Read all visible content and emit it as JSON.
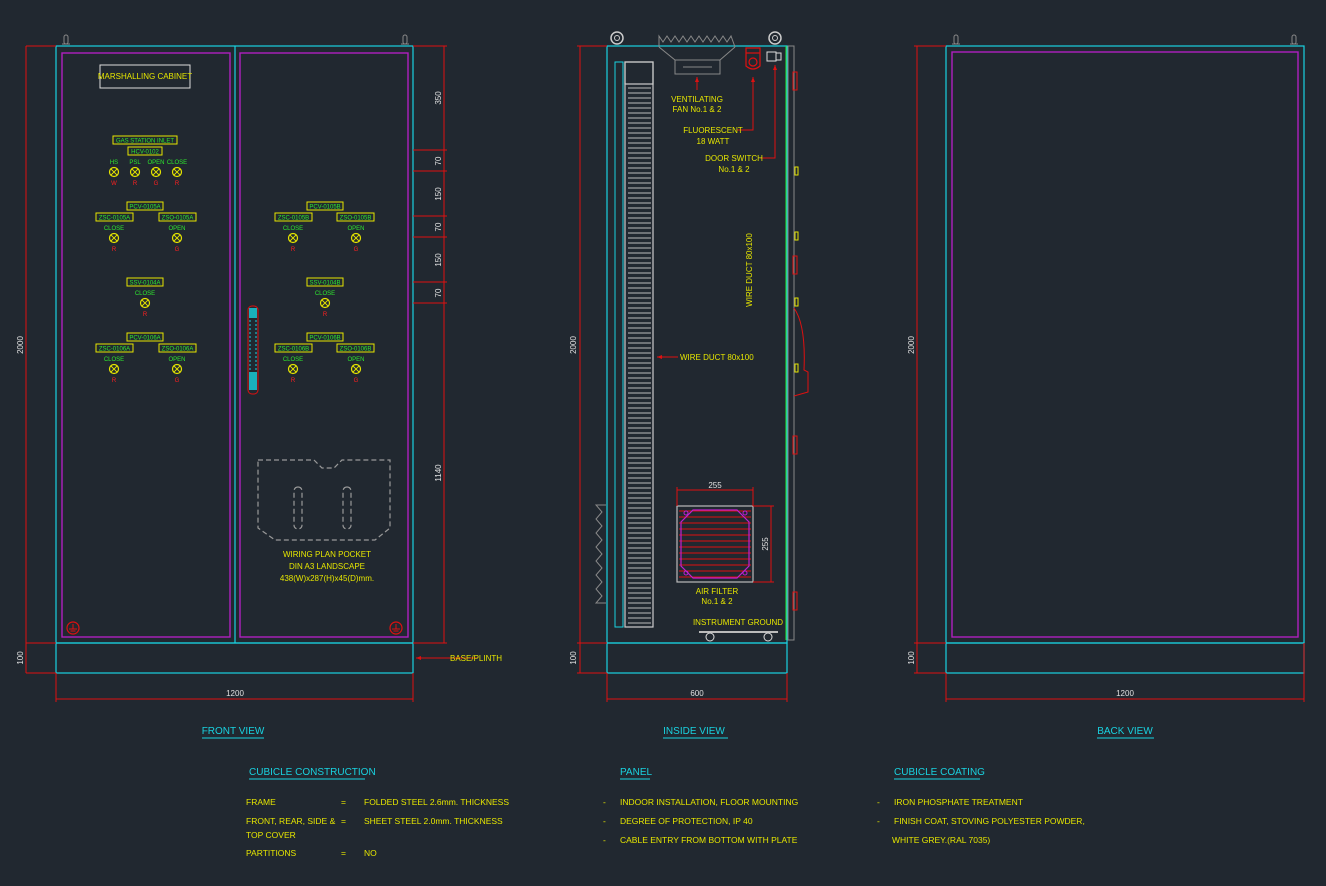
{
  "colors": {
    "background": "#212830",
    "frame": "#19d2e0",
    "door": "#b01fc0",
    "dimension": "#e01010",
    "text": "#e6e600",
    "lamp_label": "#2ee62e",
    "heading": "#19d2e0"
  },
  "front_view": {
    "title": "FRONT VIEW",
    "nameplate": "MARSHALLING CABINET",
    "left_door": {
      "inlet_label": "GAS STATION INLET",
      "inlet_tag": "HCV-0102",
      "inlet_lamps": [
        {
          "label": "HS",
          "color": "W"
        },
        {
          "label": "PSL",
          "color": "R"
        },
        {
          "label": "OPEN",
          "color": "G"
        },
        {
          "label": "CLOSE",
          "color": "R"
        }
      ],
      "pcv_a": {
        "tag": "PCV-0105A",
        "close_tag": "ZSC-0105A",
        "open_tag": "ZSO-0105A",
        "close_label": "CLOSE",
        "open_label": "OPEN",
        "close_color": "R",
        "open_color": "G"
      },
      "ssv_a": {
        "tag": "SSV-0104A",
        "label": "CLOSE",
        "color": "R"
      },
      "pcv_a2": {
        "tag": "PCV-0106A",
        "close_tag": "ZSC-0106A",
        "open_tag": "ZSO-0106A",
        "close_label": "CLOSE",
        "open_label": "OPEN",
        "close_color": "R",
        "open_color": "G"
      }
    },
    "right_door": {
      "pcv_b": {
        "tag": "PCV-0105B",
        "close_tag": "ZSC-0105B",
        "open_tag": "ZSO-0105B",
        "close_label": "CLOSE",
        "open_label": "OPEN",
        "close_color": "R",
        "open_color": "G"
      },
      "ssv_b": {
        "tag": "SSV-0104B",
        "label": "CLOSE",
        "color": "R"
      },
      "pcv_b2": {
        "tag": "PCV-0106B",
        "close_tag": "ZSC-0106B",
        "open_tag": "ZSO-0106B",
        "close_label": "CLOSE",
        "open_label": "OPEN",
        "close_color": "R",
        "open_color": "G"
      },
      "pocket_lines": [
        "WIRING PLAN POCKET",
        "DIN A3 LANDSCAPE",
        "438(W)x287(H)x45(D)mm."
      ]
    },
    "dims": {
      "height": "2000",
      "base": "100",
      "width": "1200",
      "right": [
        "350",
        "70",
        "150",
        "70",
        "150",
        "70",
        "1140"
      ]
    },
    "base_label": "BASE/PLINTH"
  },
  "inside_view": {
    "title": "INSIDE VIEW",
    "fan_lines": [
      "VENTILATING",
      "FAN No.1 & 2"
    ],
    "light_lines": [
      "FLUORESCENT",
      "18 WATT"
    ],
    "switch_lines": [
      "DOOR SWITCH",
      "No.1 & 2"
    ],
    "duct_vertical": "WIRE DUCT 80x100",
    "duct_left": "WIRE DUCT 80x100",
    "filter_lines": [
      "AIR FILTER",
      "No.1 & 2"
    ],
    "ground_label": "INSTRUMENT GROUND",
    "dims": {
      "height": "2000",
      "base": "100",
      "width": "600",
      "filter_w": "255",
      "filter_h": "255"
    }
  },
  "back_view": {
    "title": "BACK VIEW",
    "dims": {
      "height": "2000",
      "base": "100",
      "width": "1200"
    }
  },
  "notes": {
    "construction": {
      "heading": "CUBICLE CONSTRUCTION",
      "rows": [
        {
          "item": "FRAME",
          "eq": "=",
          "value": "FOLDED STEEL 2.6mm. THICKNESS"
        },
        {
          "item": "FRONT, REAR, SIDE &",
          "item2": "TOP COVER",
          "eq": "=",
          "value": "SHEET STEEL 2.0mm. THICKNESS"
        },
        {
          "item": "PARTITIONS",
          "eq": "=",
          "value": "NO"
        }
      ]
    },
    "panel": {
      "heading": "PANEL",
      "items": [
        "INDOOR INSTALLATION, FLOOR MOUNTING",
        "DEGREE OF PROTECTION, IP 40",
        "CABLE ENTRY FROM BOTTOM WITH PLATE"
      ],
      "bullet": "-"
    },
    "coating": {
      "heading": "CUBICLE COATING",
      "items": [
        "IRON PHOSPHATE TREATMENT",
        "FINISH COAT, STOVING POLYESTER POWDER,"
      ],
      "continuation": "WHITE GREY.(RAL 7035)",
      "bullet": "-"
    }
  }
}
